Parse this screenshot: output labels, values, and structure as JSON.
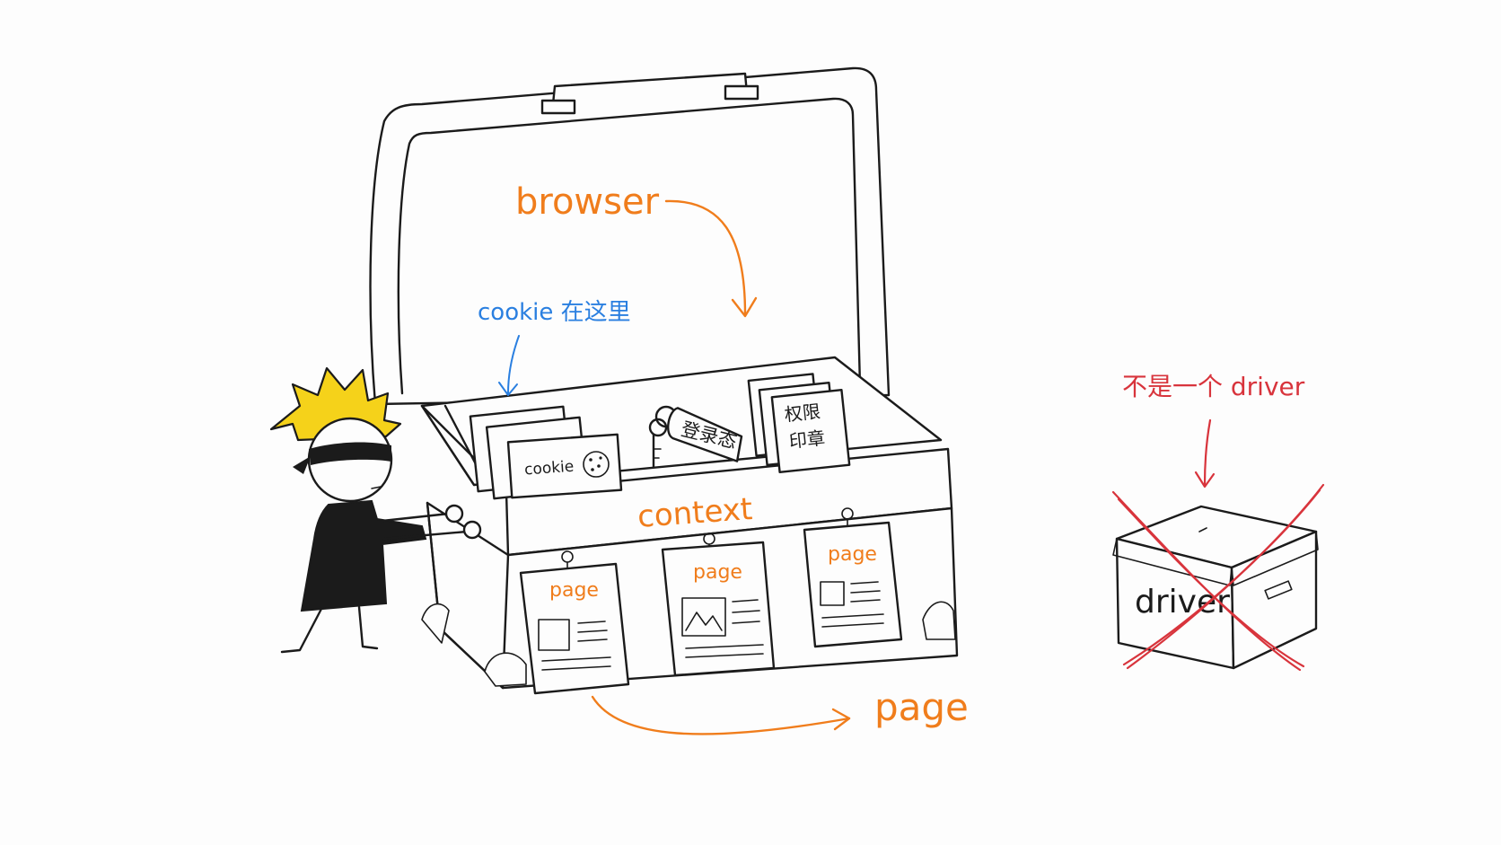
{
  "labels": {
    "browser": "browser",
    "cookie_here": "cookie 在这里",
    "context": "context",
    "page_card_1": "page",
    "page_card_2": "page",
    "page_card_3": "page",
    "page_bottom": "page",
    "not_a_driver": "不是一个 driver",
    "driver": "driver",
    "cookie_card": "cookie",
    "login_state_tag": "登录态",
    "permission_stamp_line1": "权限",
    "permission_stamp_line2": "印章"
  },
  "colors": {
    "orange": "#f07d1c",
    "blue": "#2a7fe0",
    "red": "#d8343c",
    "ink": "#1b1b1b",
    "hair": "#f5d21a"
  }
}
